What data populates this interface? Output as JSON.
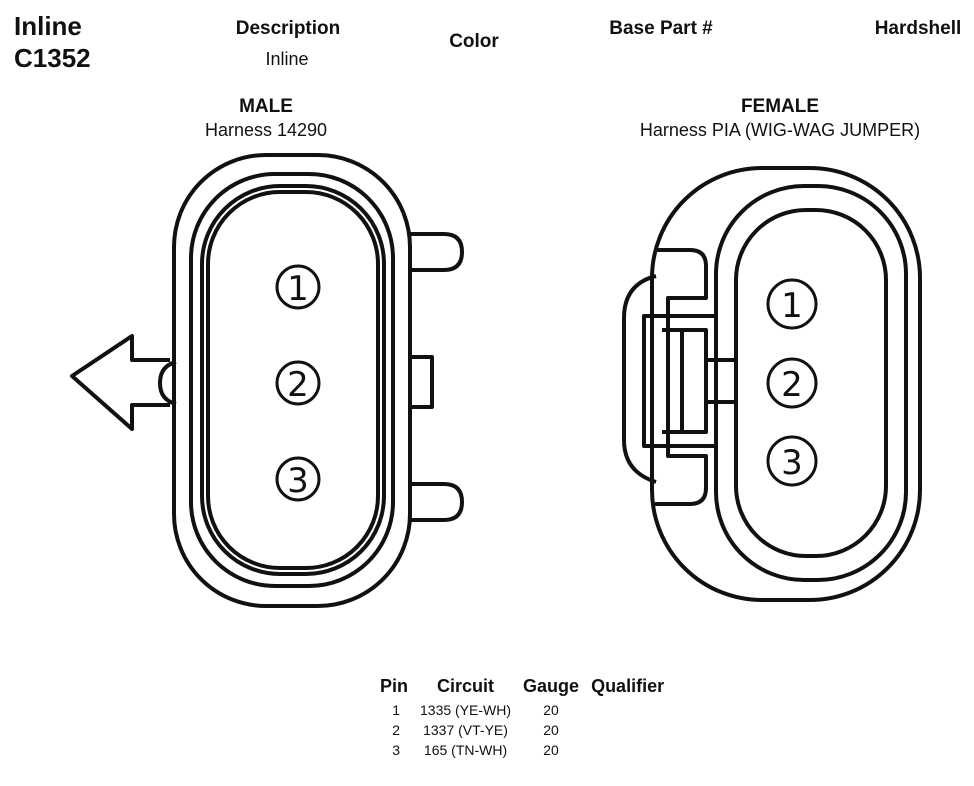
{
  "header": {
    "title_line1": "Inline",
    "title_line2": "C1352",
    "description_label": "Description",
    "description_value": "Inline",
    "color_label": "Color",
    "base_part_label": "Base Part #",
    "hardshell_label": "Hardshell"
  },
  "male": {
    "title": "MALE",
    "harness": "Harness 14290",
    "pins": [
      "1",
      "2",
      "3"
    ]
  },
  "female": {
    "title": "FEMALE",
    "harness": "Harness PIA (WIG-WAG JUMPER)",
    "pins": [
      "1",
      "2",
      "3"
    ]
  },
  "pin_table": {
    "headers": [
      "Pin",
      "Circuit",
      "Gauge",
      "Qualifier"
    ],
    "rows": [
      {
        "pin": "1",
        "circuit": "1335 (YE-WH)",
        "gauge": "20",
        "qualifier": ""
      },
      {
        "pin": "2",
        "circuit": "1337 (VT-YE)",
        "gauge": "20",
        "qualifier": ""
      },
      {
        "pin": "3",
        "circuit": "165 (TN-WH)",
        "gauge": "20",
        "qualifier": ""
      }
    ]
  }
}
